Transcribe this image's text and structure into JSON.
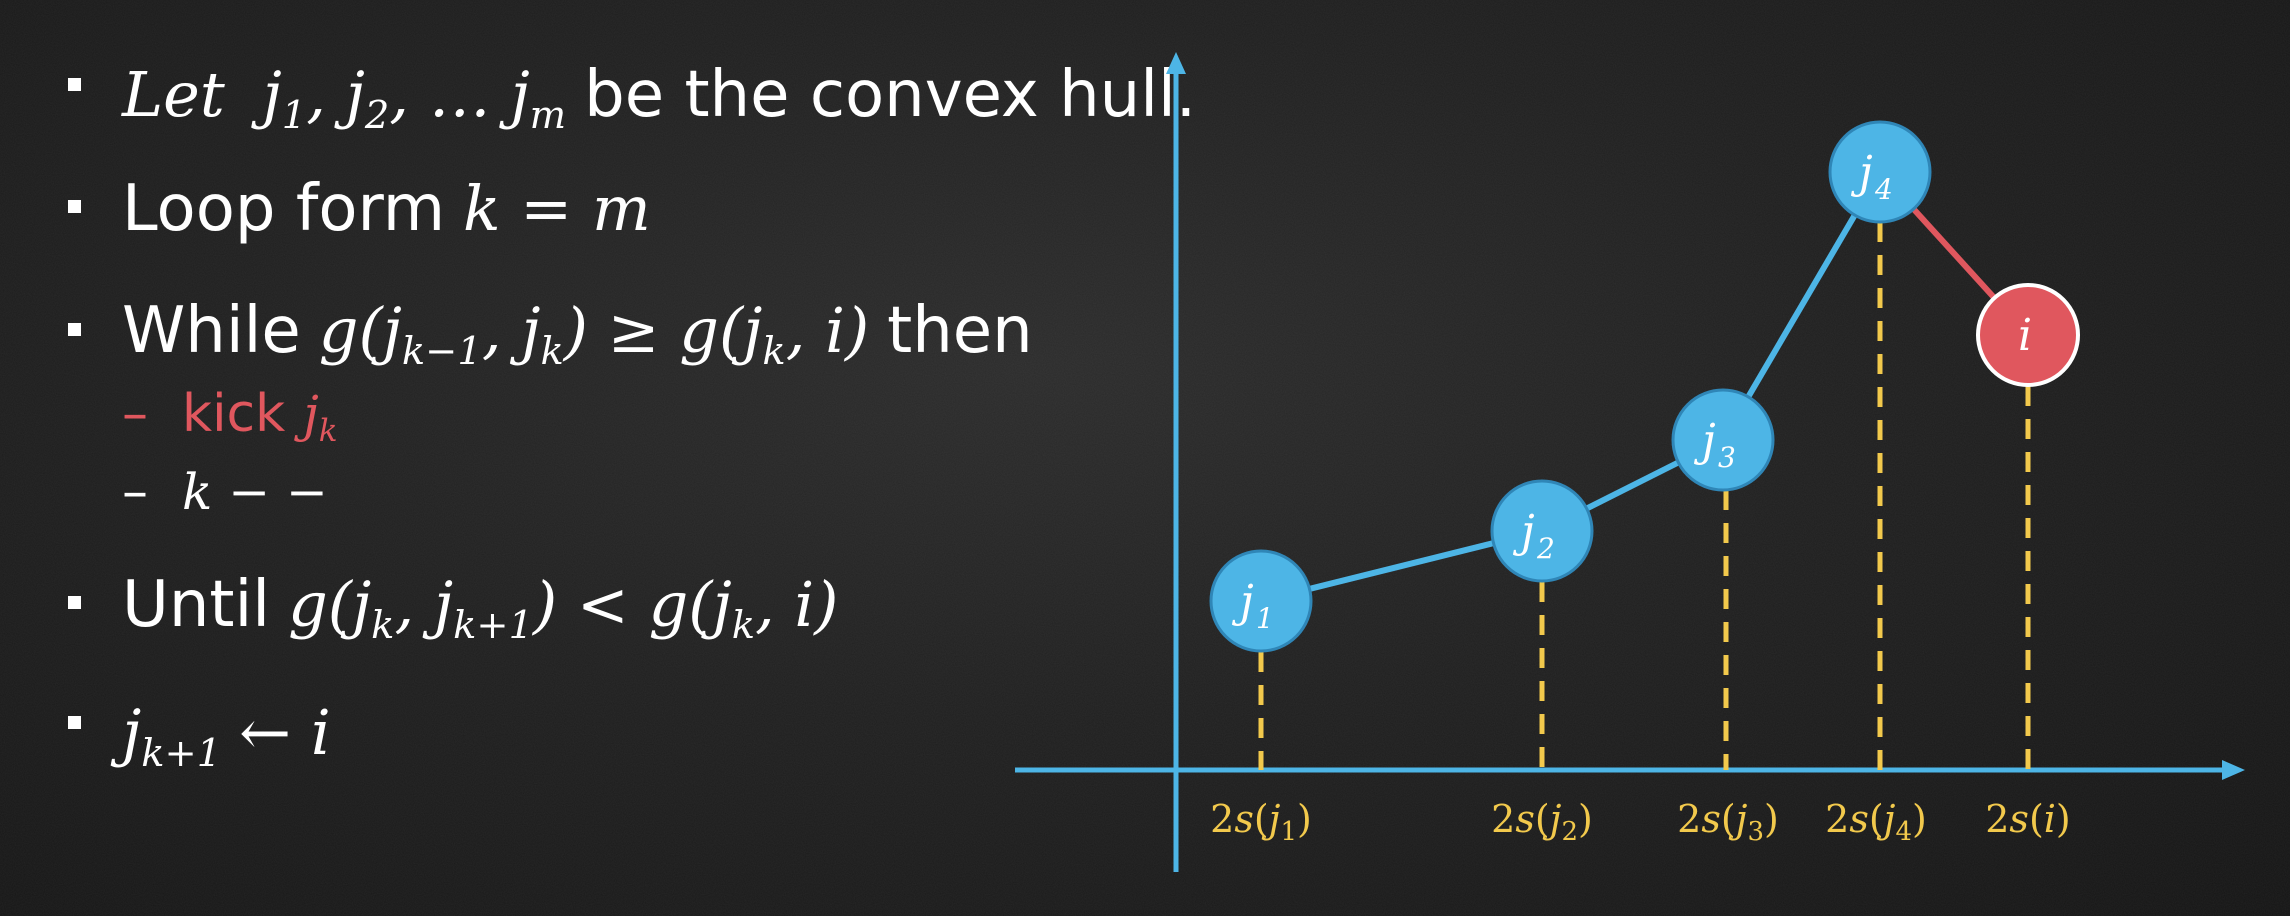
{
  "bullets": {
    "b1": {
      "let": "Let",
      "j1": "j",
      "s1": "1",
      "j2": "j",
      "s2": "2",
      "dots": "…",
      "jm": "j",
      "sm": "m",
      "rest": "be the convex hull."
    },
    "b2": {
      "text": "Loop form",
      "math": "k = m"
    },
    "b3": {
      "text_while": "While",
      "math_left": "g(j",
      "sub_left": "k−1",
      "math_mid": ", j",
      "sub_mid": "k",
      "math_ge": ") ≥ g(j",
      "sub_r": "k",
      "math_end": ", i)",
      "text_then": "then"
    },
    "b3a": {
      "dash": "–",
      "text": "kick",
      "math": "j",
      "sub": "k"
    },
    "b3b": {
      "dash": "–",
      "math": "k − −"
    },
    "b4": {
      "text_until": "Until",
      "math_a": "g(j",
      "sub_a": "k",
      "math_b": ", j",
      "sub_b": "k+1",
      "math_lt": ") < g(j",
      "sub_c": "k",
      "math_end": ", i)"
    },
    "b5": {
      "math_j": "j",
      "sub": "k+1",
      "math_rest": "← i"
    }
  },
  "diagram": {
    "nodes": [
      {
        "id": "j1",
        "label": "j",
        "sub": "1",
        "color": "#4db5e6"
      },
      {
        "id": "j2",
        "label": "j",
        "sub": "2",
        "color": "#4db5e6"
      },
      {
        "id": "j3",
        "label": "j",
        "sub": "3",
        "color": "#4db5e6"
      },
      {
        "id": "j4",
        "label": "j",
        "sub": "4",
        "color": "#4db5e6"
      },
      {
        "id": "i",
        "label": "i",
        "sub": "",
        "color": "#e0575e"
      }
    ],
    "axis_labels": [
      "2s(j1)",
      "2s(j2)",
      "2s(j3)",
      "2s(j4)",
      "2s(i)"
    ],
    "colors": {
      "axis": "#4db5e6",
      "hull_edge": "#4db5e6",
      "new_edge": "#e0575e",
      "dashes": "#f2c94c"
    }
  }
}
